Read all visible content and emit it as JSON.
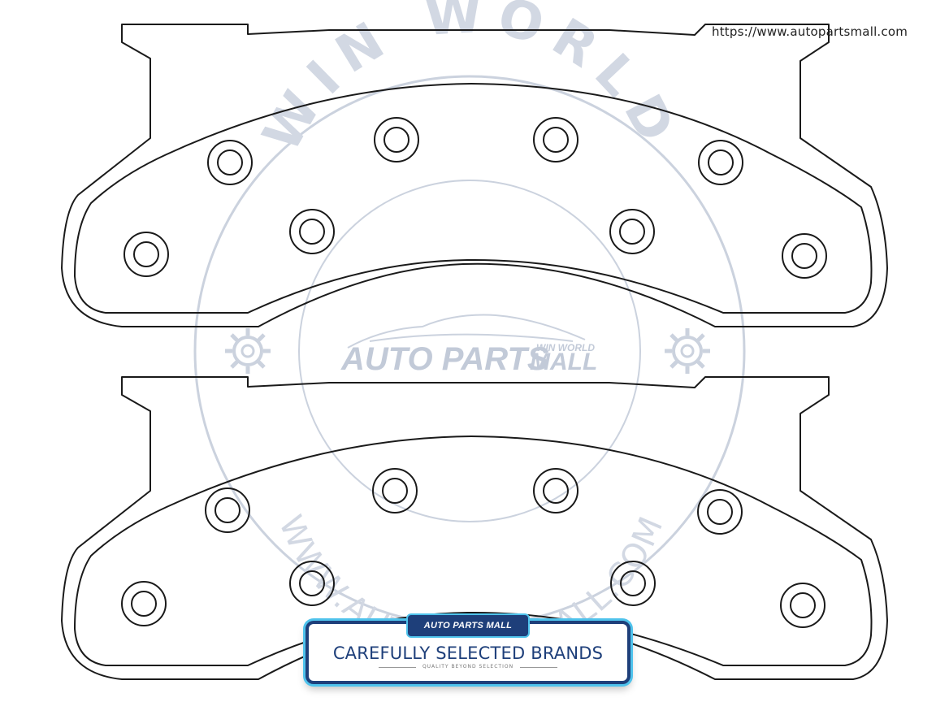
{
  "header": {
    "url": "https://www.autopartsmall.com"
  },
  "watermark": {
    "arc_text": "WIN WORLD",
    "brand_text": "AUTO PARTS",
    "brand_suffix": "MALL",
    "brand_tag": "WIN WORLD",
    "url_arc_text": "WWW.AUTOPARTSMALL.COM",
    "color": "#c8cfdc"
  },
  "badge": {
    "logo_text": "AUTO PARTS MALL",
    "title": "CAREFULLY SELECTED BRANDS",
    "subtitle": "QUALITY BEYOND SELECTION",
    "border_color": "#1e3f7a",
    "glow_color": "#4fc3ec"
  },
  "drawing": {
    "line_color": "#1a1a1a"
  }
}
